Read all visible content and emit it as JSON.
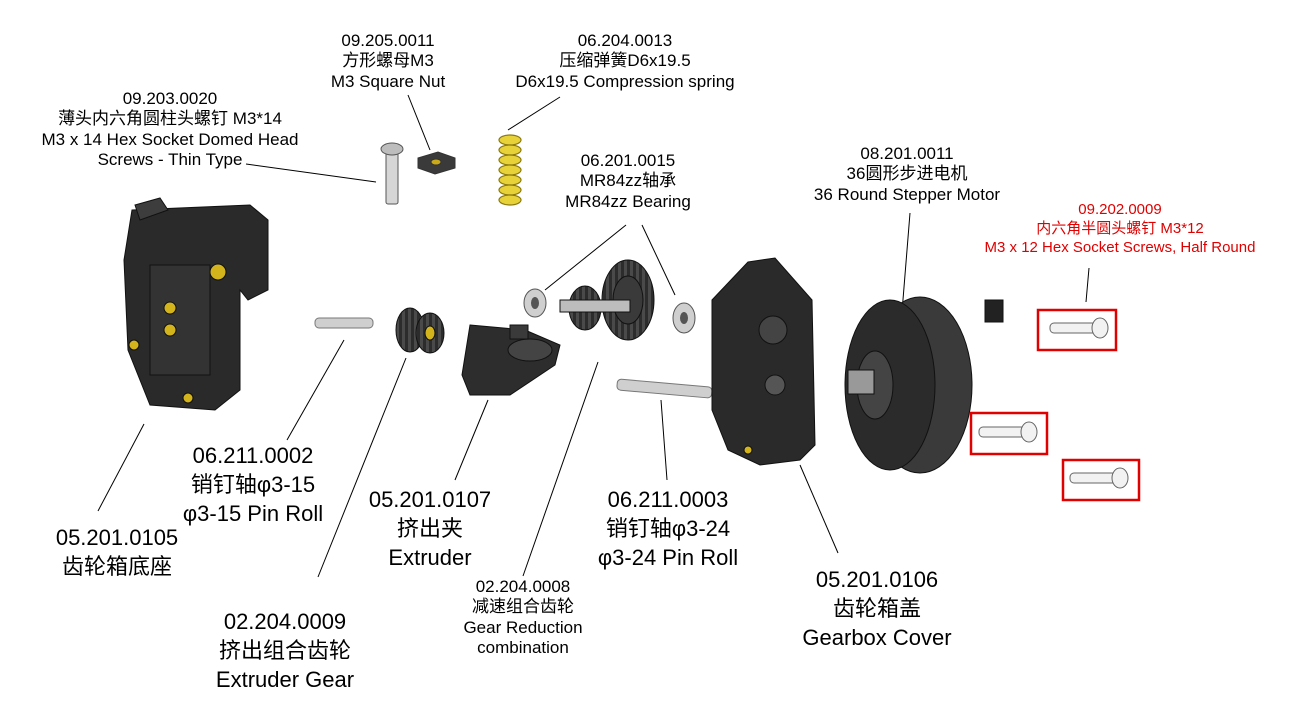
{
  "colors": {
    "accent_red": "#e00000",
    "part_dark": "#2a2a2a",
    "spring_yellow": "#e8d23a",
    "screw_yellow": "#d4b41c",
    "metal": "#c9c9c9"
  },
  "labels": {
    "square_nut": {
      "code": "09.205.0011",
      "cn": "方形螺母M3",
      "en": "M3 Square Nut"
    },
    "spring": {
      "code": "06.204.0013",
      "cn": "压缩弹簧D6x19.5",
      "en": "D6x19.5 Compression spring"
    },
    "thin_screw": {
      "code": "09.203.0020",
      "cn": "薄头内六角圆柱头螺钉 M3*14",
      "en1": "M3 x 14 Hex Socket Domed Head",
      "en2": "Screws - Thin Type"
    },
    "bearing": {
      "code": "06.201.0015",
      "cn": "MR84zz轴承",
      "en": "MR84zz Bearing"
    },
    "motor": {
      "code": "08.201.0011",
      "cn": "36圆形步进电机",
      "en": "36 Round Stepper Motor"
    },
    "half_round_screw": {
      "code": "09.202.0009",
      "cn": "内六角半圆头螺钉 M3*12",
      "en": "M3 x 12 Hex Socket Screws, Half Round"
    },
    "pin_15": {
      "code": "06.211.0002",
      "cn": "销钉轴φ3-15",
      "en": "φ3-15 Pin Roll"
    },
    "base": {
      "code": "05.201.0105",
      "cn": "齿轮箱底座"
    },
    "extruder": {
      "code": "05.201.0107",
      "cn": "挤出夹",
      "en": "Extruder"
    },
    "pin_24": {
      "code": "06.211.0003",
      "cn": "销钉轴φ3-24",
      "en": "φ3-24 Pin Roll"
    },
    "gear_reduction": {
      "code": "02.204.0008",
      "cn": "减速组合齿轮",
      "en1": "Gear Reduction",
      "en2": "combination"
    },
    "gearbox_cover": {
      "code": "05.201.0106",
      "cn": "齿轮箱盖",
      "en": "Gearbox Cover"
    },
    "extruder_gear": {
      "code": "02.204.0009",
      "cn": "挤出组合齿轮",
      "en": "Extruder Gear"
    }
  }
}
